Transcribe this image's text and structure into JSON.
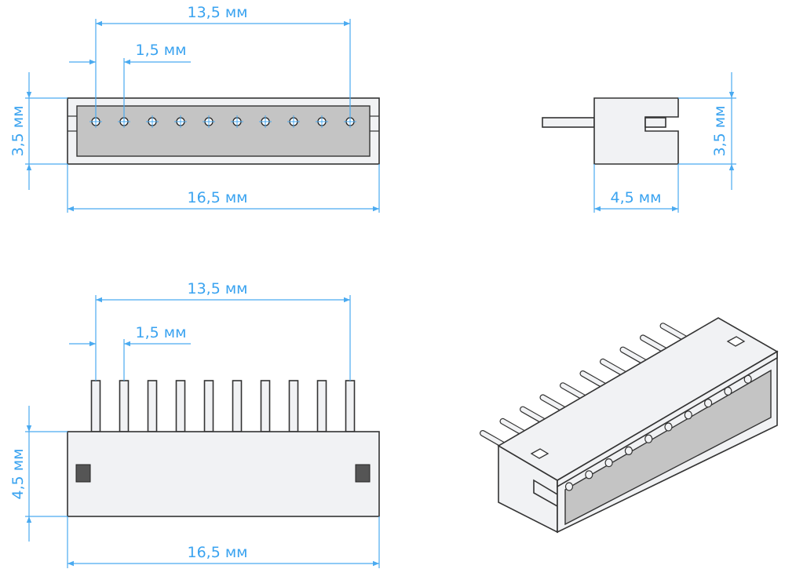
{
  "colors": {
    "dimension": "#3aa3f0",
    "body": "#f1f2f4",
    "cavity": "#c4c4c4",
    "outline": "#333333"
  },
  "pin_count": 10,
  "top_view": {
    "pitch_total": "13,5 мм",
    "pitch": "1,5 мм",
    "height": "3,5 мм",
    "width": "16,5 мм"
  },
  "side_view": {
    "height": "3,5 мм",
    "depth": "4,5 мм"
  },
  "front_view": {
    "pitch_total": "13,5 мм",
    "pitch": "1,5 мм",
    "height": "4,5 мм",
    "width": "16,5 мм"
  }
}
